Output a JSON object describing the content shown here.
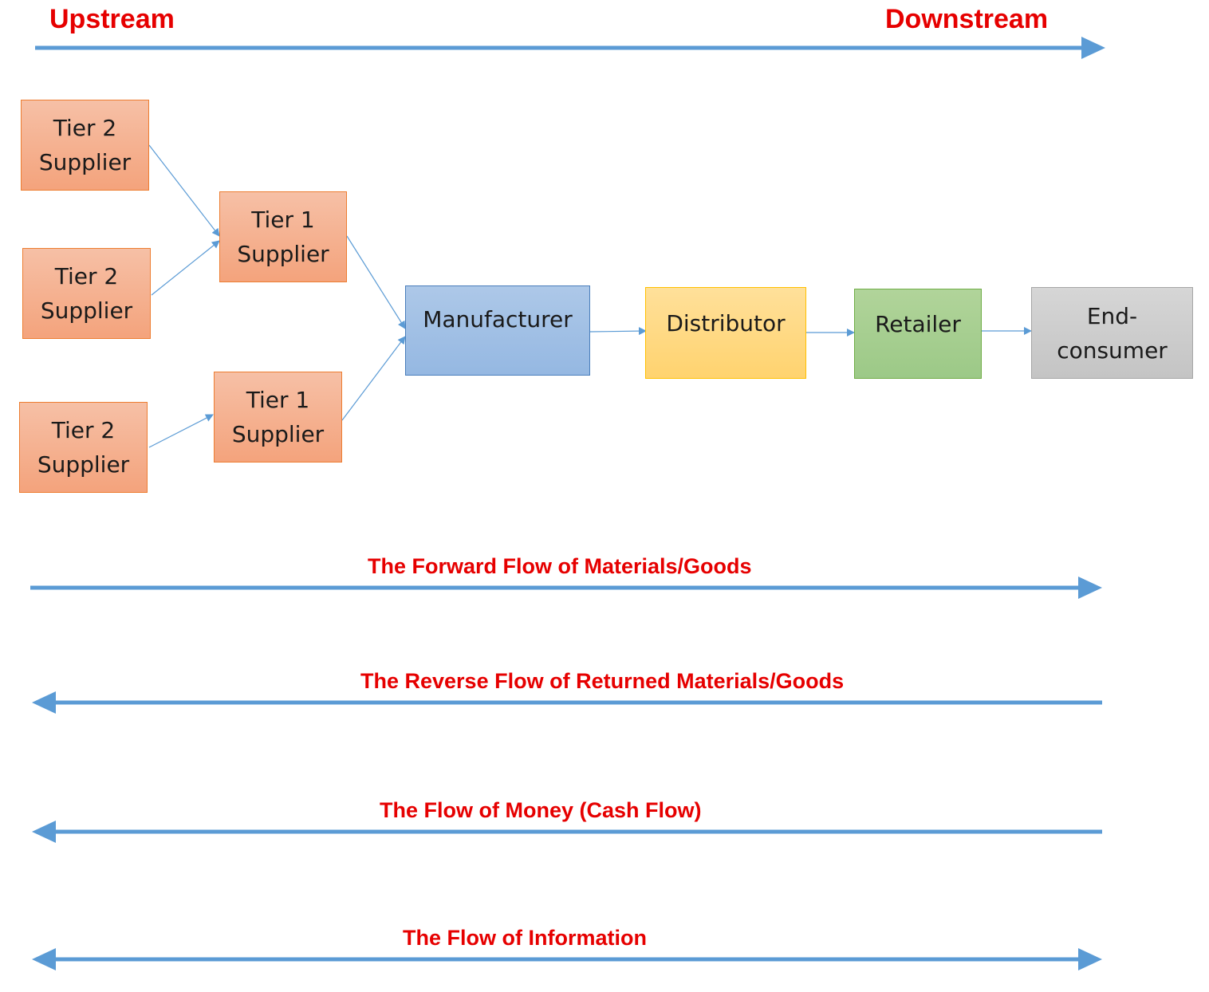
{
  "header": {
    "upstream": "Upstream",
    "downstream": "Downstream"
  },
  "nodes": {
    "t2a": {
      "line1": "Tier 2",
      "line2": "Supplier"
    },
    "t2b": {
      "line1": "Tier 2",
      "line2": "Supplier"
    },
    "t2c": {
      "line1": "Tier 2",
      "line2": "Supplier"
    },
    "t1a": {
      "line1": "Tier 1",
      "line2": "Supplier"
    },
    "t1b": {
      "line1": "Tier 1",
      "line2": "Supplier"
    },
    "manufacturer": {
      "line1": "Manufacturer"
    },
    "distributor": {
      "line1": "Distributor"
    },
    "retailer": {
      "line1": "Retailer"
    },
    "end_consumer": {
      "line1": "End-",
      "line2": "consumer"
    }
  },
  "flows": {
    "forward": "The Forward Flow of Materials/Goods",
    "reverse": "The Reverse Flow of Returned Materials/Goods",
    "money": "The Flow of Money (Cash Flow)",
    "information": "The Flow of Information"
  },
  "colors": {
    "label_red": "#e60000",
    "arrow_blue": "#5b9bd5",
    "supplier_fill": "#f4b183",
    "manufacturer_fill": "#9dc3e6",
    "distributor_fill": "#ffd966",
    "retailer_fill": "#a9d18e",
    "end_consumer_fill": "#c9c9c9"
  }
}
